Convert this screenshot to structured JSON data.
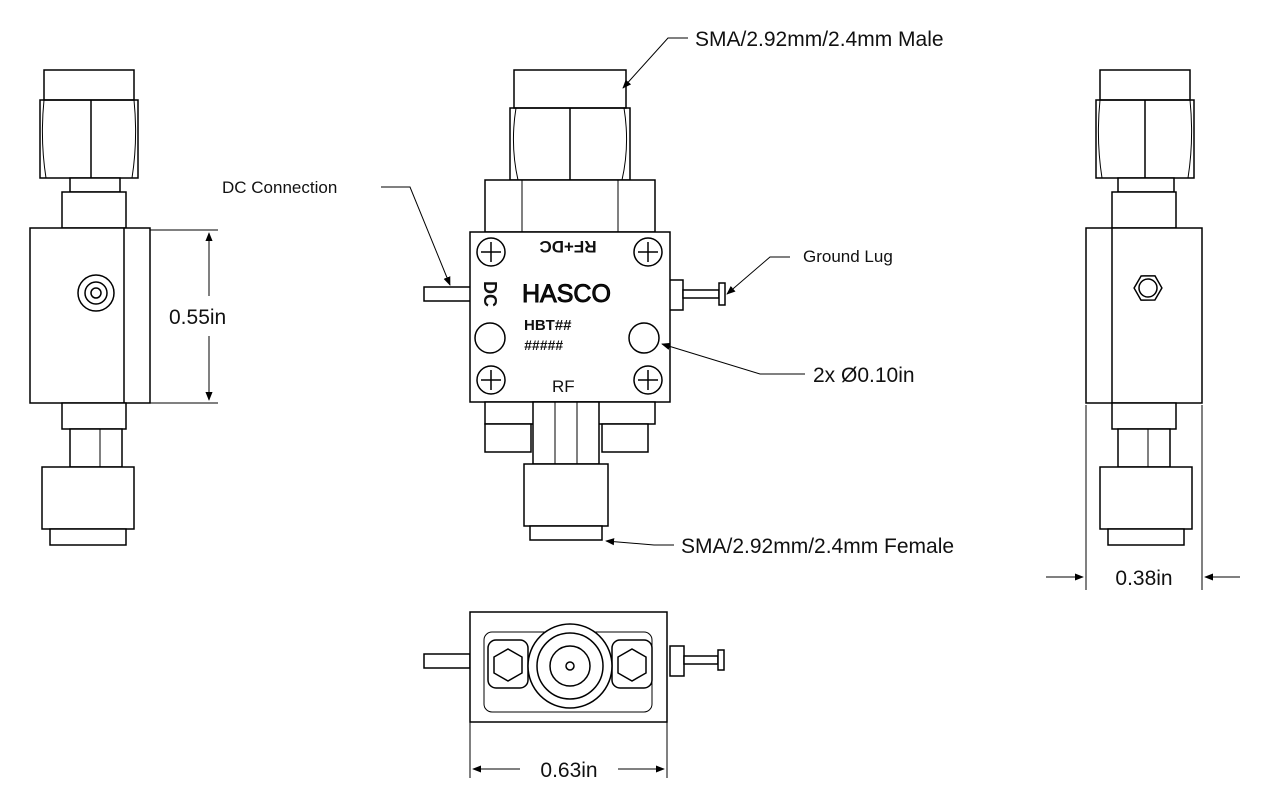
{
  "labels": {
    "male_connector": "SMA/2.92mm/2.4mm Male",
    "female_connector": "SMA/2.92mm/2.4mm Female",
    "dc_connection": "DC Connection",
    "ground_lug": "Ground Lug",
    "holes": "2x Ø0.10in",
    "height_dim": "0.55in",
    "depth_dim": "0.38in",
    "width_dim": "0.63in"
  },
  "body_markings": {
    "top_port": "RF+DC",
    "side_port": "DC",
    "brand": "HASCO",
    "model": "HBT##",
    "serial": "#####",
    "bottom_port": "RF"
  }
}
